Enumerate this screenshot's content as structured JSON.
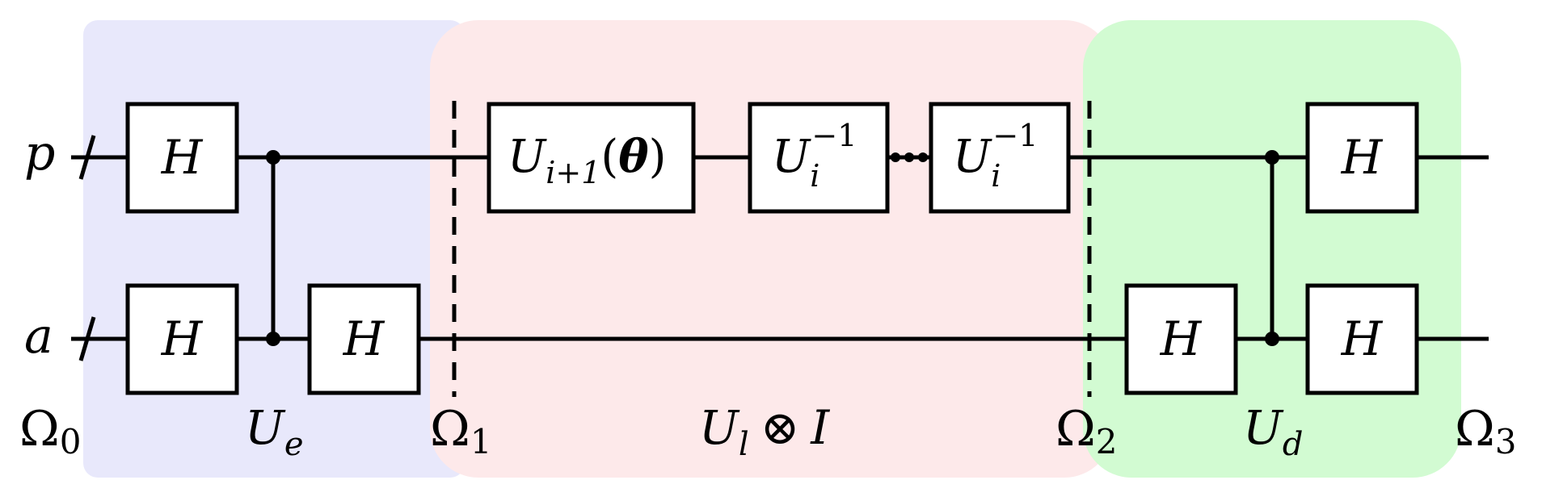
{
  "colors": {
    "encoding_region": "#e8e8fb",
    "layer_region": "#fde9ea",
    "decoding_region": "#d2fbd2",
    "line": "#000000",
    "gate_fill": "#ffffff"
  },
  "qubits": {
    "top": "p",
    "bottom": "a"
  },
  "gates": {
    "hadamard": "H",
    "u_next_base": "U",
    "u_next_sub": "i+1",
    "u_next_arg_open": "(",
    "u_next_theta": "θ",
    "u_next_arg_close": ")",
    "u_inv_base": "U",
    "u_inv_sub": "i",
    "u_inv_sup": "−1"
  },
  "stages": {
    "omega0": {
      "symbol": "Ω",
      "sub": "0"
    },
    "omega1": {
      "symbol": "Ω",
      "sub": "1"
    },
    "omega2": {
      "symbol": "Ω",
      "sub": "2"
    },
    "omega3": {
      "symbol": "Ω",
      "sub": "3"
    }
  },
  "operators": {
    "encode": {
      "base": "U",
      "sub": "e"
    },
    "layer": {
      "base": "U",
      "sub": "l",
      "tensor": "⊗",
      "identity": "I"
    },
    "decode": {
      "base": "U",
      "sub": "d"
    }
  }
}
